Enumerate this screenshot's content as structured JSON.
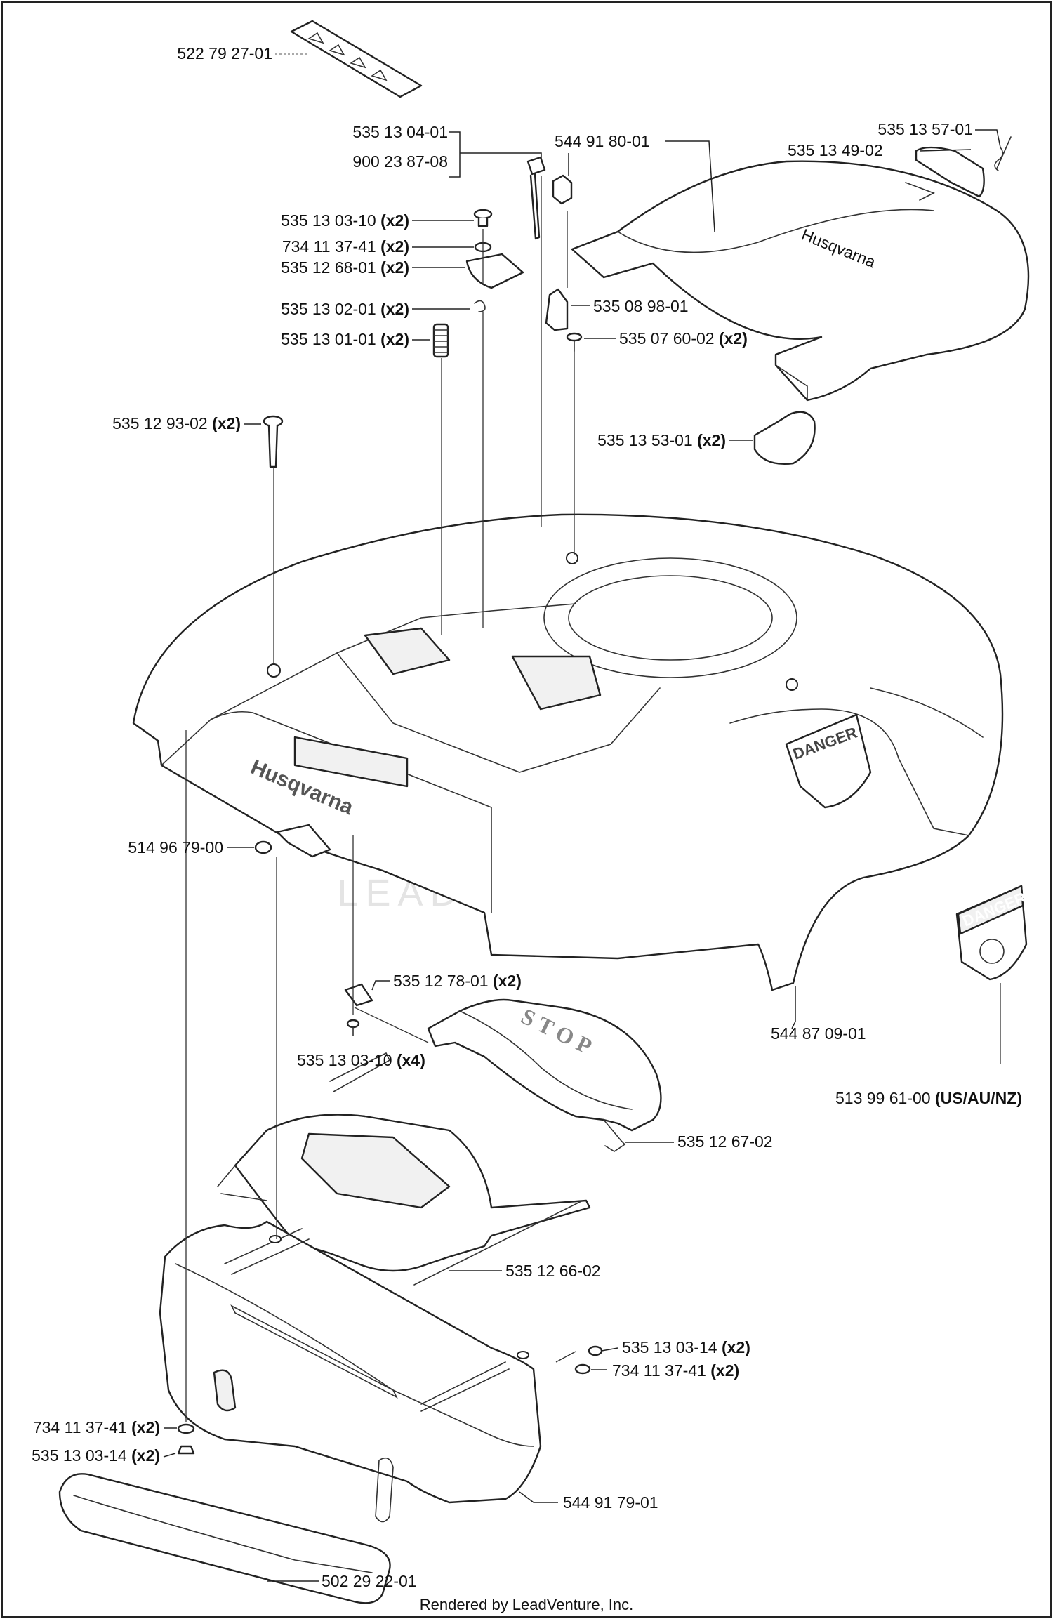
{
  "footer": "Rendered by LeadVenture, Inc.",
  "watermark": "LEADVENTURE",
  "brand_text": "Husqvarna",
  "stop_text": "STOP",
  "danger_text": "DANGER",
  "callouts": [
    {
      "part": "522 79 27-01",
      "qty": ""
    },
    {
      "part": "535 13 04-01",
      "qty": ""
    },
    {
      "part": "900 23 87-08",
      "qty": ""
    },
    {
      "part": "544 91 80-01",
      "qty": ""
    },
    {
      "part": "535 13 57-01",
      "qty": ""
    },
    {
      "part": "535 13 49-02",
      "qty": ""
    },
    {
      "part": "535 13 03-10",
      "qty": "(x2)"
    },
    {
      "part": "734 11 37-41",
      "qty": "(x2)"
    },
    {
      "part": "535 12 68-01",
      "qty": "(x2)"
    },
    {
      "part": "535 13 02-01",
      "qty": "(x2)"
    },
    {
      "part": "535 08 98-01",
      "qty": ""
    },
    {
      "part": "535 13 01-01",
      "qty": "(x2)"
    },
    {
      "part": "535 07 60-02",
      "qty": "(x2)"
    },
    {
      "part": "535 12 93-02",
      "qty": "(x2)"
    },
    {
      "part": "535 13 53-01",
      "qty": "(x2)"
    },
    {
      "part": "514 96 79-00",
      "qty": ""
    },
    {
      "part": "535 12 78-01",
      "qty": "(x2)"
    },
    {
      "part": "544 87 09-01",
      "qty": ""
    },
    {
      "part": "535 13 03-10",
      "qty": "(x4)"
    },
    {
      "part": "513 99 61-00",
      "qty": "(US/AU/NZ)"
    },
    {
      "part": "535 12 67-02",
      "qty": ""
    },
    {
      "part": "535 12 66-02",
      "qty": ""
    },
    {
      "part": "535 13 03-14",
      "qty": "(x2)"
    },
    {
      "part": "734 11 37-41",
      "qty": "(x2)"
    },
    {
      "part": "734 11 37-41",
      "qty": "(x2)"
    },
    {
      "part": "535 13 03-14",
      "qty": "(x2)"
    },
    {
      "part": "544 91 79-01",
      "qty": ""
    },
    {
      "part": "502 29 22-01",
      "qty": ""
    }
  ]
}
